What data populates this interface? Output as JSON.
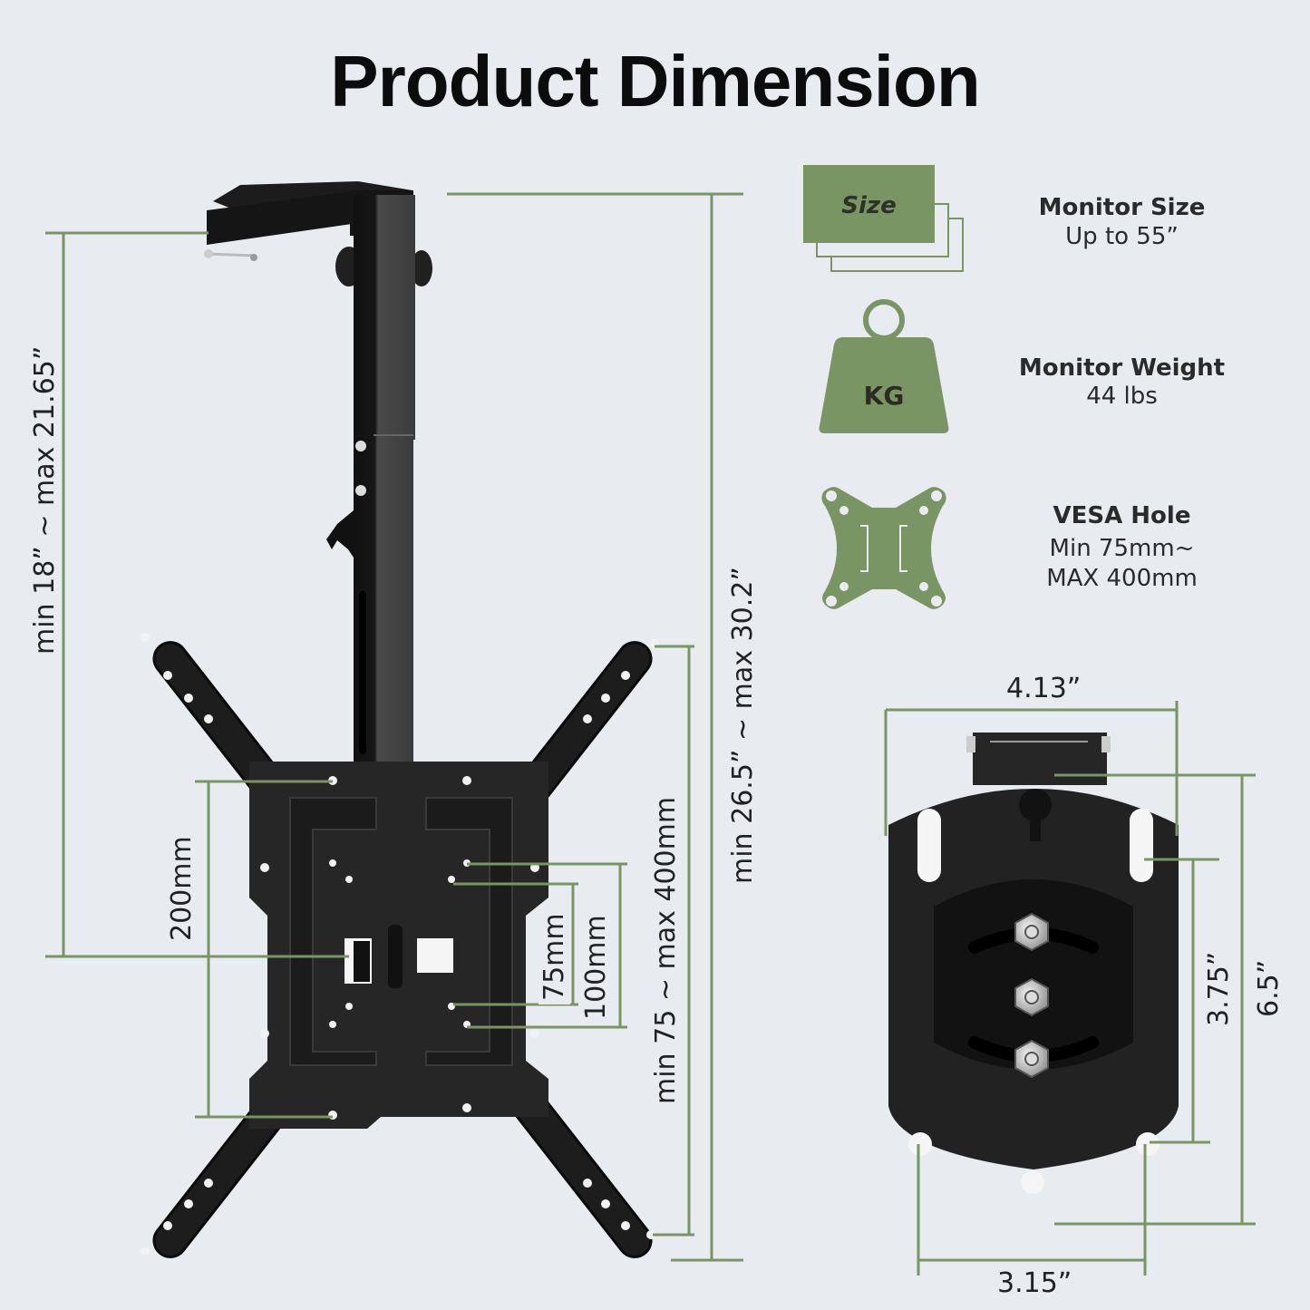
{
  "title": "Product Dimension",
  "colors": {
    "background": "#e8ebef",
    "accent_green": "#7a9564",
    "metal": "#1e1e1e",
    "text": "#222222"
  },
  "mount_dimensions": {
    "arm_drop": "min 18” ~ max 21.65”",
    "total_height": "min 26.5” ~ max 30.2”",
    "vesa_range": "min 75 ~ max 400mm",
    "vesa_200": "200mm",
    "vesa_75": "75mm",
    "vesa_100": "100mm"
  },
  "specs": [
    {
      "icon": "size-icon",
      "icon_label": "Size",
      "title": "Monitor Size",
      "value": "Up to 55”"
    },
    {
      "icon": "weight-icon",
      "icon_label": "KG",
      "title": "Monitor Weight",
      "value": "44 lbs"
    },
    {
      "icon": "vesa-plate-icon",
      "icon_label": "",
      "title": "VESA Hole",
      "value_line1": "Min 75mm~",
      "value_line2": "MAX 400mm"
    }
  ],
  "ceiling_plate_dimensions": {
    "width": "4.13”",
    "height": "6.5”",
    "hole_vertical": "3.75”",
    "hole_horizontal": "3.15”"
  }
}
